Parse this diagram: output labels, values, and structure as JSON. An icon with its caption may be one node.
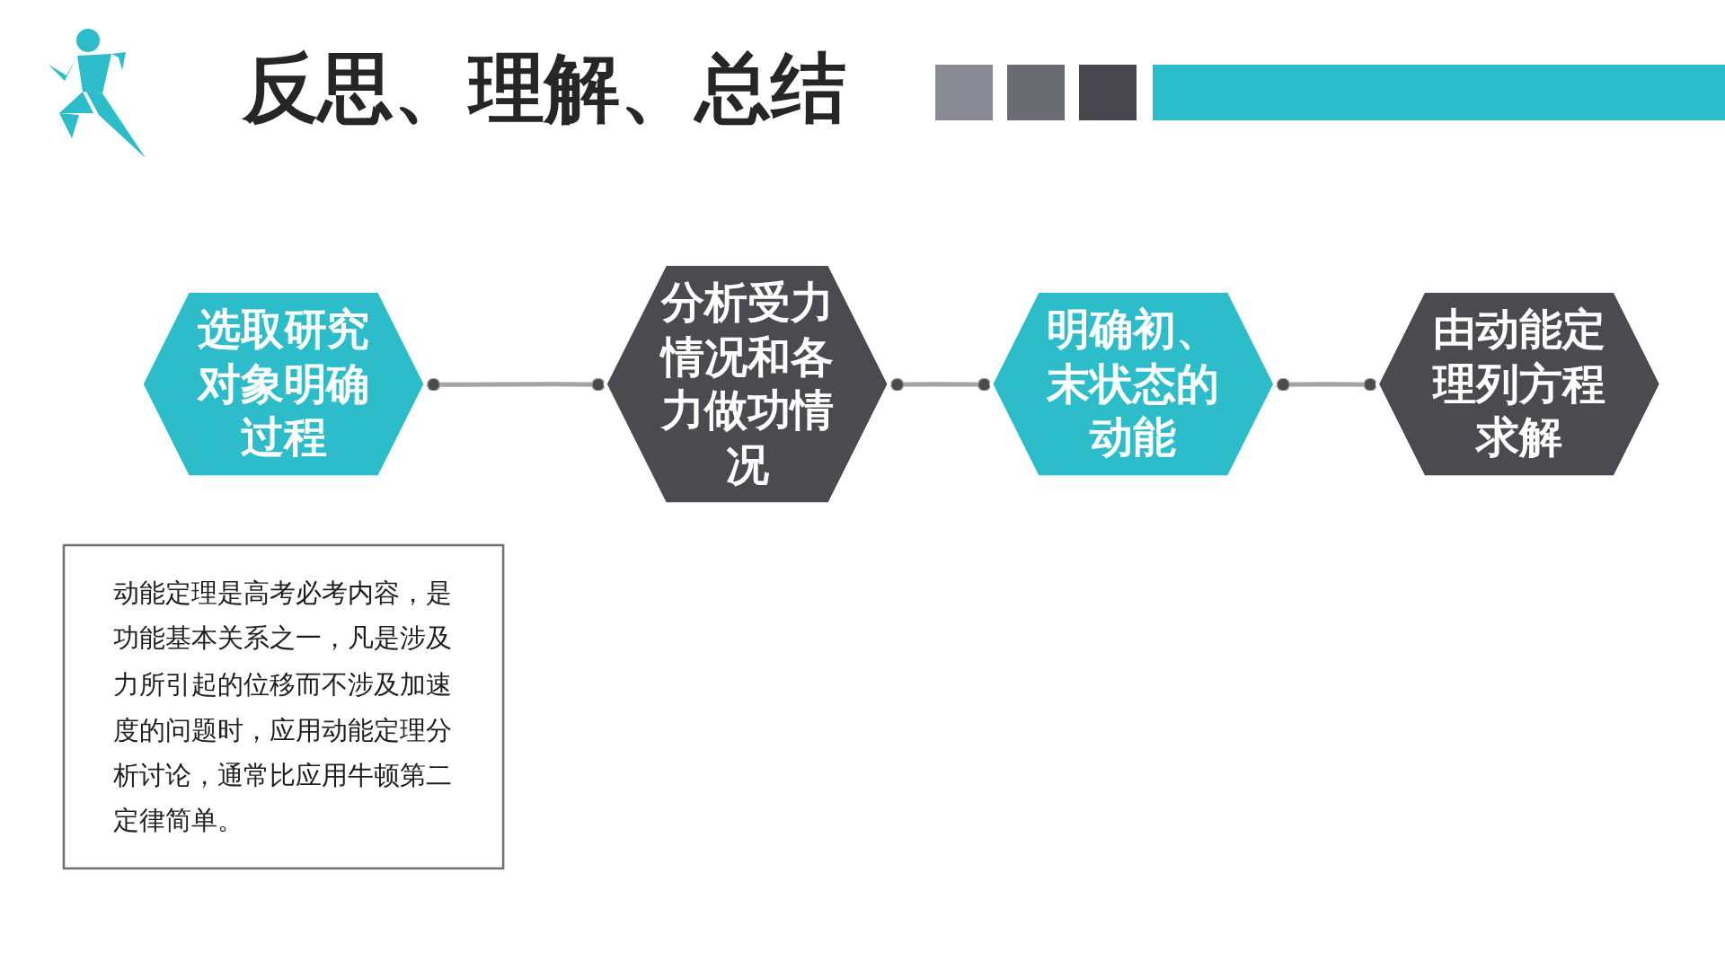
{
  "diagram": {
    "title": "反思、理解、总结",
    "nodes": [
      {
        "text": [
          "选取研究对象明确过程"
        ]
      },
      {
        "text": [
          "分析受力情况和各力做功情况"
        ]
      },
      {
        "text": [
          "明确初、末状态的动能"
        ]
      },
      {
        "text": [
          "由动能定理列方程求解"
        ]
      },
      {
        "text": [
          "动能定理是高考必考内容，是功能基本关系之一，凡是涉及力所引起的位移而不涉及加速度的问题时，应用动能定理分析讨论，通常比应用牛顿第二定律简单。"
        ]
      }
    ],
    "edges": [
      {
        "from": 0,
        "to": 1,
        "arrow": "other"
      },
      {
        "from": 1,
        "to": 2,
        "arrow": "other"
      },
      {
        "from": 2,
        "to": 3,
        "arrow": "other"
      }
    ]
  }
}
